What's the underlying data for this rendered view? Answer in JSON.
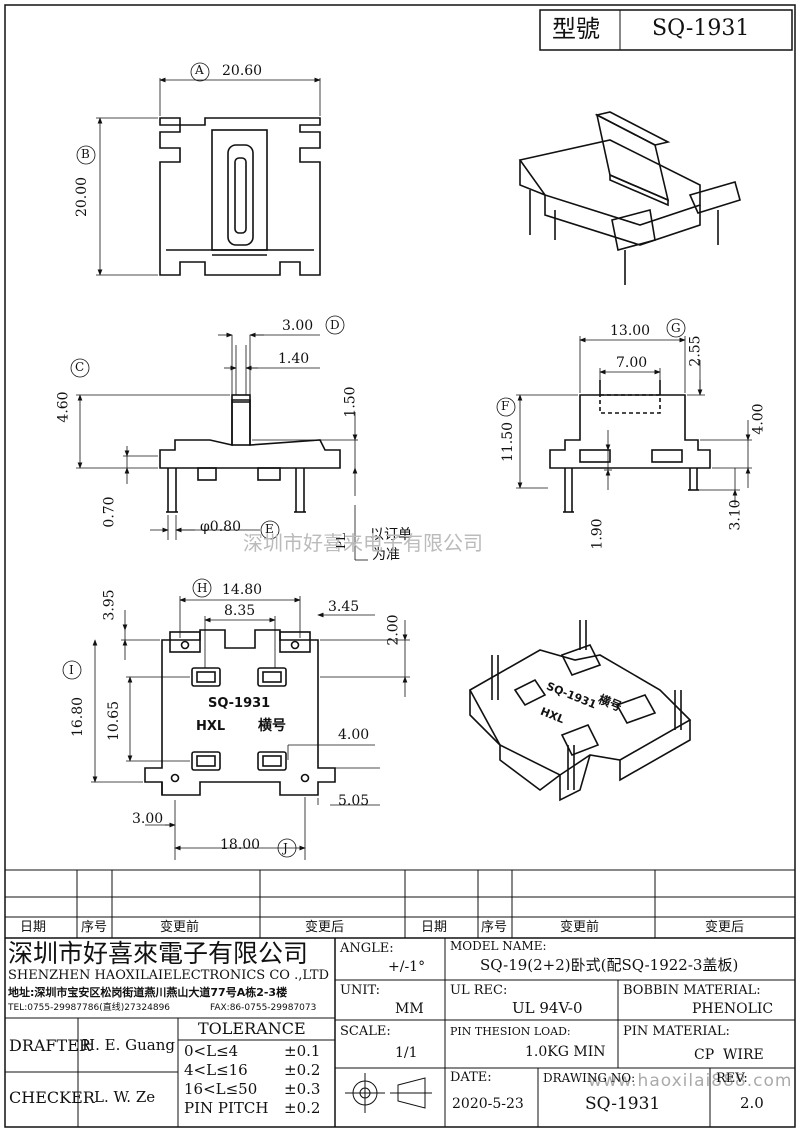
{
  "header": {
    "model_label": "型號",
    "model_value": "SQ-1931"
  },
  "views": {
    "top": {
      "dim_a_value": "20.60",
      "dim_a_mark": "A",
      "dim_b_value": "20.00",
      "dim_b_mark": "B"
    },
    "front": {
      "dim_d_value": "3.00",
      "dim_d_mark": "D",
      "dim_140": "1.40",
      "dim_c_value": "4.60",
      "dim_c_mark": "C",
      "dim_150": "1.50",
      "dim_070": "0.70",
      "dim_e_value": "φ0.80",
      "dim_e_mark": "E",
      "pl_label": "PL",
      "pl_note_1": "以订单",
      "pl_note_2": "为准"
    },
    "side": {
      "dim_g_value": "13.00",
      "dim_g_mark": "G",
      "dim_700": "7.00",
      "dim_255": "2.55",
      "dim_f_value": "11.50",
      "dim_f_mark": "F",
      "dim_400": "4.00",
      "dim_190": "1.90",
      "dim_310": "3.10"
    },
    "bottom": {
      "dim_h_value": "14.80",
      "dim_h_mark": "H",
      "dim_835": "8.35",
      "dim_345": "3.45",
      "dim_395": "3.95",
      "dim_200": "2.00",
      "dim_i_value": "16.80",
      "dim_i_mark": "I",
      "dim_1065": "10.65",
      "dim_400b": "4.00",
      "dim_505": "5.05",
      "dim_300": "3.00",
      "dim_j_value": "18.00",
      "dim_j_mark": "J",
      "engrave_model": "SQ-1931",
      "engrave_brand": "HXL",
      "engrave_type": "横号"
    },
    "iso_bottom": {
      "engrave_model": "SQ-1931",
      "engrave_brand": "HXL",
      "engrave_type": "横号"
    }
  },
  "watermark": {
    "text": "深圳市好喜来电子有限公司",
    "url": "www.haoxilai888.com"
  },
  "revision_table": {
    "headers_left": [
      "日期",
      "序号",
      "变更前",
      "变更后"
    ],
    "headers_right": [
      "日期",
      "序号",
      "变更前",
      "变更后"
    ]
  },
  "title_block": {
    "company_cn": "深圳市好喜來電子有限公司",
    "company_en": "SHENZHEN HAOXILAIELECTRONICS CO .,LTD",
    "address": "地址:深圳市宝安区松岗街道燕川燕山大道77号A栋2-3楼",
    "tel": "TEL:0755-29987786(直线)27324896",
    "fax": "FAX:86-0755-29987073",
    "angle_label": "ANGLE:",
    "angle_value": "+/-1°",
    "model_name_label": "MODEL NAME:",
    "model_name_value": "SQ-19(2+2)卧式(配SQ-1922-3盖板)",
    "unit_label": "UNIT:",
    "unit_value": "MM",
    "ul_rec_label": "UL REC:",
    "ul_rec_value": "UL 94V-0",
    "bobbin_label": "BOBBIN MATERIAL:",
    "bobbin_value": "PHENOLIC",
    "drafter_label": "DRAFTER",
    "drafter_value": "H. E. Guang",
    "tolerance_label": "TOLERANCE",
    "tol_rows": [
      {
        "range": "0<L≤4",
        "value": "±0.1"
      },
      {
        "range": "4<L≤16",
        "value": "±0.2"
      },
      {
        "range": "16<L≤50",
        "value": "±0.3"
      },
      {
        "range": "PIN PITCH",
        "value": "±0.2"
      }
    ],
    "scale_label": "SCALE:",
    "scale_value": "1/1",
    "pin_load_label": "PIN THESION LOAD:",
    "pin_load_value": "1.0KG MIN",
    "pin_material_label": "PIN MATERIAL:",
    "pin_material_value": "CP  WIRE",
    "checker_label": "CHECKER",
    "checker_value": "L. W. Ze",
    "date_label": "DATE:",
    "date_value": "2020-5-23",
    "drawing_no_label": "DRAWING NO:",
    "drawing_no_value": "SQ-1931",
    "rev_label": "REV:",
    "rev_value": "2.0"
  }
}
